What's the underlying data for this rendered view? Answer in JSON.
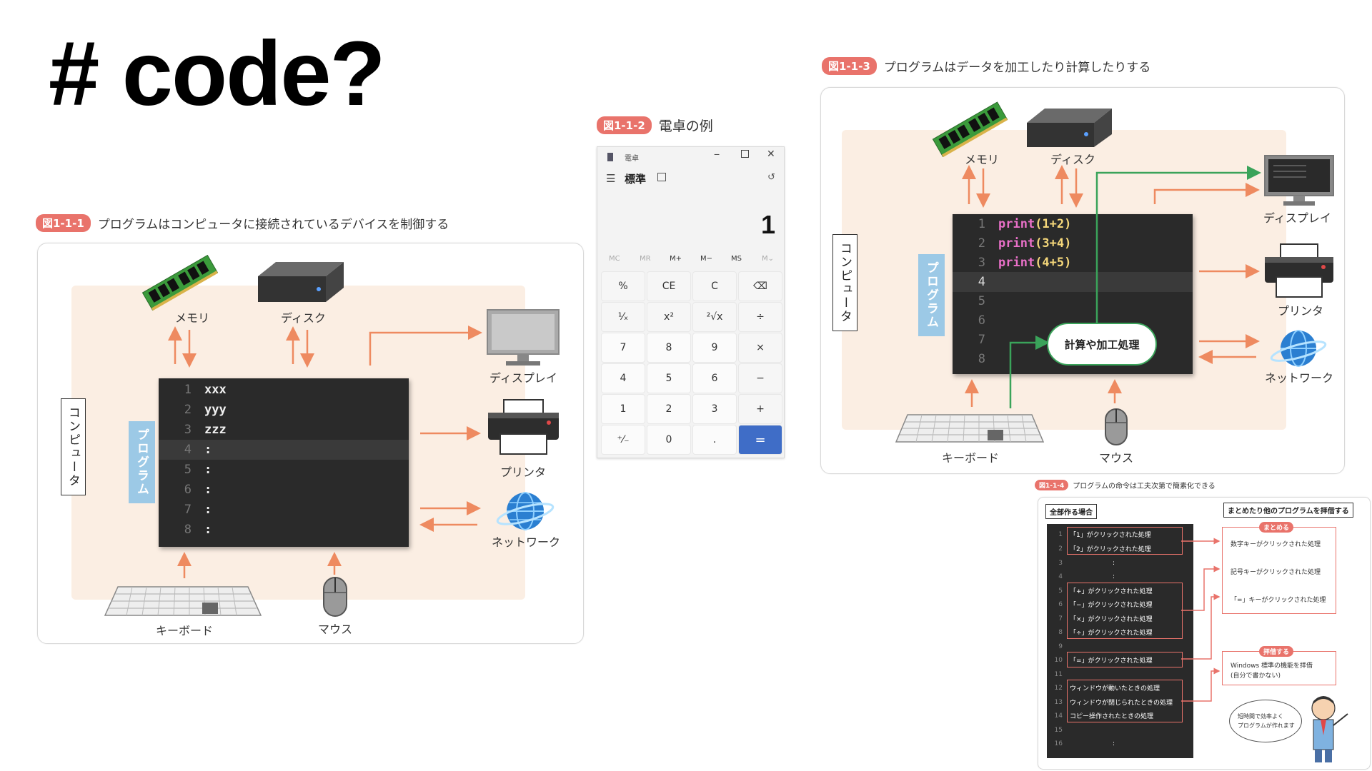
{
  "slide_title": "# code?",
  "fig1": {
    "badge": "図1-1-1",
    "caption": "プログラムはコンピュータに接続されているデバイスを制御する",
    "computer_label": "コンピュータ",
    "program_label": "プログラム",
    "code_lines": [
      {
        "no": "1",
        "text": "xxx"
      },
      {
        "no": "2",
        "text": "yyy"
      },
      {
        "no": "3",
        "text": "zzz"
      },
      {
        "no": "4",
        "text": ":"
      },
      {
        "no": "5",
        "text": ":"
      },
      {
        "no": "6",
        "text": ":"
      },
      {
        "no": "7",
        "text": ":"
      },
      {
        "no": "8",
        "text": ":"
      }
    ],
    "devices": {
      "memory": "メモリ",
      "disk": "ディスク",
      "display": "ディスプレイ",
      "printer": "プリンタ",
      "network": "ネットワーク",
      "keyboard": "キーボード",
      "mouse": "マウス"
    }
  },
  "fig2": {
    "badge": "図1-1-2",
    "caption": "電卓の例",
    "window_title": "電卓",
    "mode": "標準",
    "display_value": "1",
    "memory_keys": [
      "MC",
      "MR",
      "M+",
      "M−",
      "MS",
      "M⌄"
    ],
    "keys": [
      [
        "%",
        "CE",
        "C",
        "⌫"
      ],
      [
        "¹⁄ₓ",
        "x²",
        "²√x",
        "÷"
      ],
      [
        "7",
        "8",
        "9",
        "×"
      ],
      [
        "4",
        "5",
        "6",
        "−"
      ],
      [
        "1",
        "2",
        "3",
        "+"
      ],
      [
        "⁺⁄₋",
        "0",
        ".",
        "="
      ]
    ]
  },
  "fig3": {
    "badge": "図1-1-3",
    "caption": "プログラムはデータを加工したり計算したりする",
    "computer_label": "コンピュータ",
    "program_label": "プログラム",
    "code_lines": [
      {
        "no": "1",
        "fn": "print",
        "args": "(1+2)"
      },
      {
        "no": "2",
        "fn": "print",
        "args": "(3+4)"
      },
      {
        "no": "3",
        "fn": "print",
        "args": "(4+5)"
      },
      {
        "no": "4",
        "fn": "",
        "args": ""
      },
      {
        "no": "5",
        "fn": "",
        "args": ""
      },
      {
        "no": "6",
        "fn": "",
        "args": ""
      },
      {
        "no": "7",
        "fn": "",
        "args": ""
      },
      {
        "no": "8",
        "fn": "",
        "args": ""
      }
    ],
    "process_label": "計算や加工処理",
    "devices": {
      "memory": "メモリ",
      "disk": "ディスク",
      "display": "ディスプレイ",
      "printer": "プリンタ",
      "network": "ネットワーク",
      "keyboard": "キーボード",
      "mouse": "マウス"
    }
  },
  "fig4": {
    "badge": "図1-1-4",
    "caption": "プログラムの命令は工夫次第で簡素化できる",
    "left_header": "全部作る場合",
    "right_header": "まとめたり他のプログラムを拝借する",
    "code_lines": [
      {
        "no": "1",
        "text": "「1」がクリックされた処理"
      },
      {
        "no": "2",
        "text": "「2」がクリックされた処理"
      },
      {
        "no": "3",
        "text": ":"
      },
      {
        "no": "4",
        "text": ":"
      },
      {
        "no": "5",
        "text": "「+」がクリックされた処理"
      },
      {
        "no": "6",
        "text": "「−」がクリックされた処理"
      },
      {
        "no": "7",
        "text": "「×」がクリックされた処理"
      },
      {
        "no": "8",
        "text": "「÷」がクリックされた処理"
      },
      {
        "no": "9",
        "text": ""
      },
      {
        "no": "10",
        "text": "「=」がクリックされた処理"
      },
      {
        "no": "11",
        "text": ""
      },
      {
        "no": "12",
        "text": "ウィンドウが動いたときの処理"
      },
      {
        "no": "13",
        "text": "ウィンドウが閉じられたときの処理"
      },
      {
        "no": "14",
        "text": "コピー操作されたときの処理"
      },
      {
        "no": "15",
        "text": ""
      },
      {
        "no": "16",
        "text": ":"
      }
    ],
    "summary_tag": "まとめる",
    "summary_items": [
      "数字キーがクリックされた処理",
      "記号キーがクリックされた処理",
      "「=」キーがクリックされた処理"
    ],
    "borrow_tag": "拝借する",
    "borrow_text_1": "Windows 標準の機能を拝借",
    "borrow_text_2": "(自分で書かない)",
    "speech_1": "短時間で効率よく",
    "speech_2": "プログラムが作れます"
  },
  "colors": {
    "accent": "#e9736b",
    "arrow": "#ee8a60",
    "green_arrow": "#3aa35a",
    "code_bg": "#2a2a2a",
    "program_blue": "#9cc9e6",
    "calc_equals": "#3f6dc7"
  }
}
